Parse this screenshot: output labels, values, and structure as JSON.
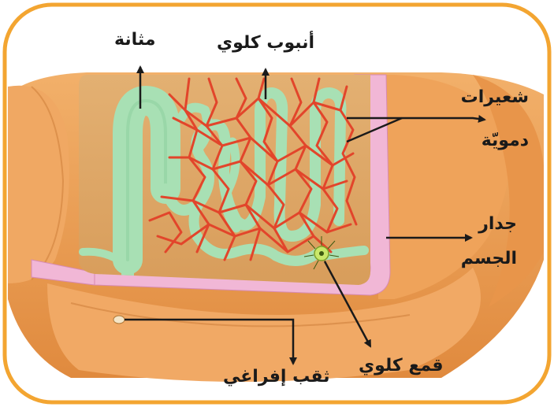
{
  "labels": {
    "bladder": "مثانة",
    "nephridium_tube": "أنبوب كلوي",
    "capillaries_line1": "شعيرات",
    "capillaries_line2": "دمويّة",
    "body_wall_line1": "جدار",
    "body_wall_line2": "الجسم",
    "nephrostome": "قمع كلوي",
    "excretory_pore": "ثقب إفراغي"
  },
  "colors": {
    "frame_border": "#f3a531",
    "tube_green": "#a8e0b4",
    "capillary_red": "#e2452b",
    "body_orange": "#eb9a52",
    "wall_pink": "#f1b7d6",
    "arrow": "#1a1a1a"
  }
}
